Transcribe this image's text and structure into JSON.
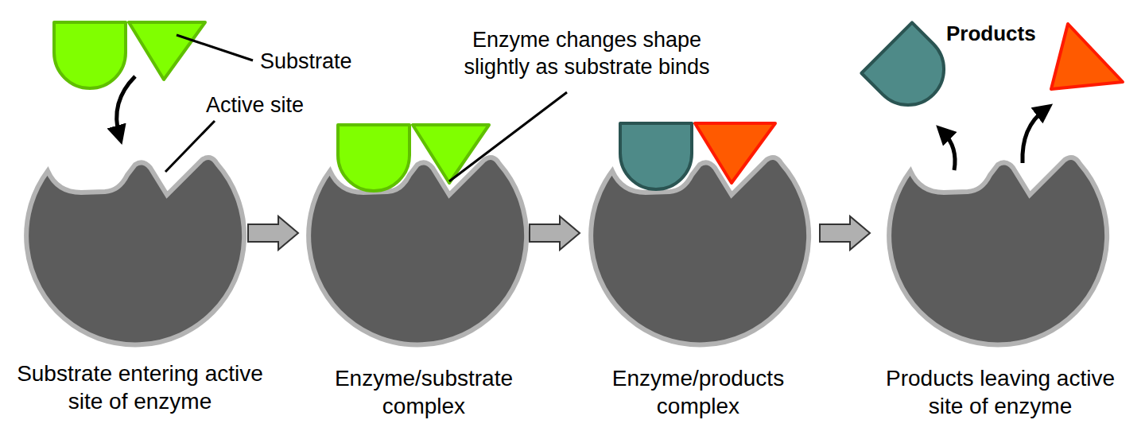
{
  "diagram": {
    "labels": [
      "Substrate",
      "Active site",
      "Enzyme changes shape slightly as substrate binds",
      "Products",
      "Substrate entering active site of enzyme",
      "Enzyme/substrate complex",
      "Enzyme/products complex",
      "Products leaving active site of enzyme"
    ]
  }
}
